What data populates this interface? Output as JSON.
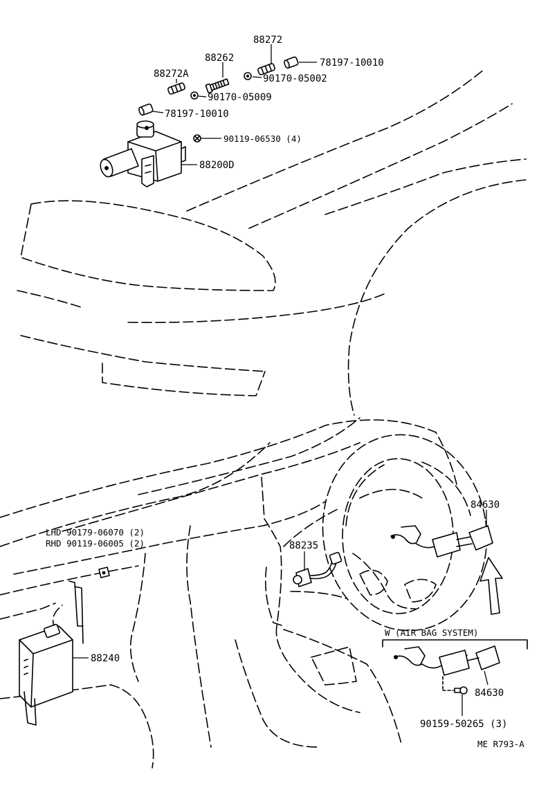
{
  "labels": {
    "p88272_top": "88272",
    "p78197_top": "78197-10010",
    "p88262": "88262",
    "p90170_05002": "90170-05002",
    "p88272A": "88272A",
    "p90170_05009": "90170-05009",
    "p78197_bottom": "78197-10010",
    "p90119_06530": "90119-06530 (4)",
    "p88200D": "88200D",
    "lhd": "LHD 90179-06070 (2)",
    "rhd": "RHD 90119-06005 (2)",
    "p88235": "88235",
    "p84630_top": "84630",
    "p88240": "88240",
    "airbag_header": "W (AIR BAG SYSTEM)",
    "p84630_bottom": "84630",
    "p90159": "90159-50265 (3)",
    "diagram_ref": "ME R793-A"
  }
}
